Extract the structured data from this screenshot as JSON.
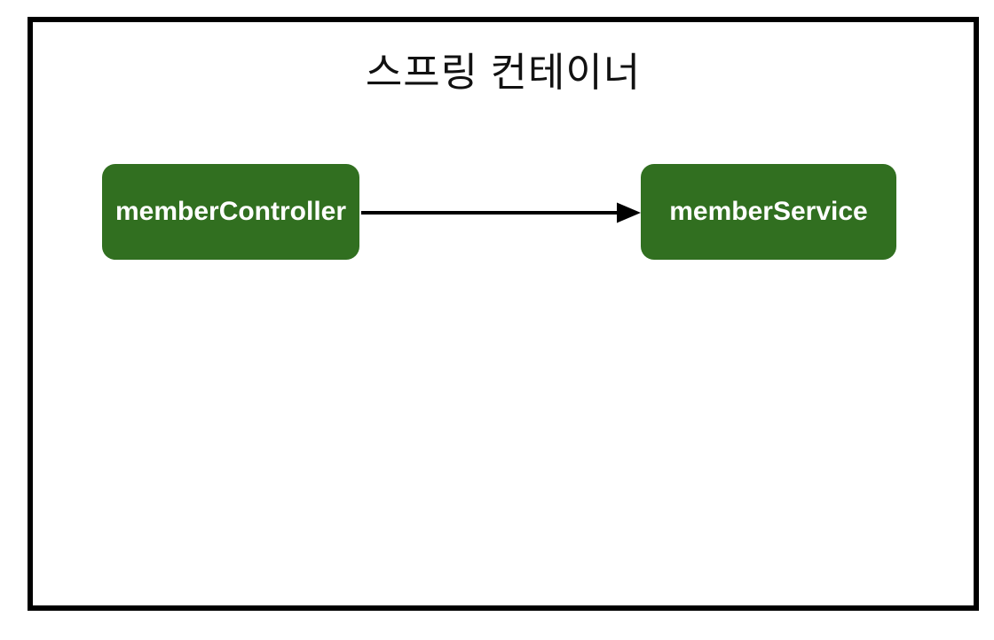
{
  "diagram": {
    "title": "스프링 컨테이너",
    "nodes": [
      {
        "label": "memberController"
      },
      {
        "label": "memberService"
      }
    ],
    "edge": {
      "from": "memberController",
      "to": "memberService",
      "direction": "right"
    },
    "colors": {
      "background": "#ffffff",
      "frame_border": "#000000",
      "node_bg": "#316f20",
      "node_text": "#ffffff",
      "arrow": "#000000"
    }
  }
}
